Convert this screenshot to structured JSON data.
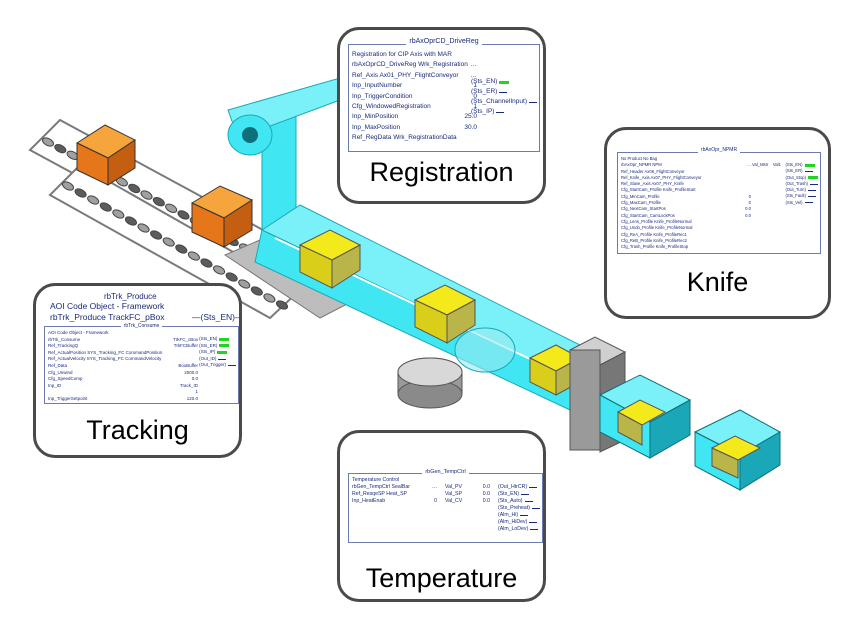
{
  "callouts": {
    "registration": {
      "label": "Registration",
      "block": {
        "title": "rbAxOprCD_DriveReg",
        "rows": [
          [
            "Registration for CIP Axis with MAR",
            ""
          ],
          [
            "rbAxOprCD_DriveReg   Wrk_Registration",
            "…"
          ],
          [
            "Ref_Axis   Ax01_PHY_FlightConveyor",
            "…"
          ],
          [
            "Inp_InputNumber",
            "1"
          ],
          [
            "Inp_TriggerCondition",
            "0"
          ],
          [
            "Cfg_WindowedRegistration",
            "1"
          ],
          [
            "Inp_MinPosition",
            "25.0"
          ],
          [
            "Inp_MaxPosition",
            "30.0"
          ],
          [
            "Ref_RegData   Wrk_RegistrationData",
            ""
          ]
        ],
        "pins": [
          "Sts_EN",
          "Sts_ER",
          "Sts_ChannelInput",
          "Sts_IP"
        ],
        "active_pins": [
          0
        ]
      }
    },
    "knife": {
      "label": "Knife",
      "block": {
        "title": "rbAxOpr_NPMR",
        "rows": [
          [
            "No Product No Bag",
            ""
          ],
          [
            "rbAxOpr_NPMR   NPM",
            "…"
          ],
          [
            "Ref_Header   Ax06_FlightConveyor",
            ""
          ],
          [
            "Ref_Knife_Axis   Ax07_PHY_FlightConveyor",
            ""
          ],
          [
            "Ref_Slave_Axis   Ax07_PHY_Knife",
            ""
          ],
          [
            "Cfg_StartCam_Profile   Knife_ProfileStart",
            ""
          ],
          [
            "Cfg_MinCam_Profile",
            "0"
          ],
          [
            "Cfg_MaxCam_Profile",
            "0"
          ],
          [
            "Cfg_NextCam_StartPos",
            "0.0"
          ],
          [
            "Cfg_StartCam_CamLockPos",
            "0.0"
          ],
          [
            "Cfg_Lens_Profile   Knife_ProfileNormal",
            ""
          ],
          [
            "Cfg_Undo_Profile   Knife_ProfileNormal",
            ""
          ],
          [
            "Cfg_ReA_Profile   Knife_ProfileRec1",
            ""
          ],
          [
            "Cfg_ReB_Profile   Knife_ProfileRec2",
            ""
          ],
          [
            "Cfg_Trash_Profile   Knife_ProfileStop",
            ""
          ]
        ],
        "header_right": [
          "Val_Mstr",
          "Val1"
        ],
        "pins": [
          "Sts_EN",
          "Sts_ER",
          "Out_Stop",
          "Out_Trash",
          "Out_Turn",
          "Sts_Fault",
          "Sts_Vel"
        ],
        "active_pins": [
          0,
          2
        ]
      }
    },
    "tracking": {
      "label": "Tracking",
      "block": {
        "title": "rbTrk_Produce",
        "header_lines": [
          "AOI Code Object - Framework",
          "rbTrk_Produce   TrackFC_pBox"
        ],
        "header_pin": "Sts_EN",
        "inner_title": "rbTrk_Consume",
        "rows": [
          [
            "AOI Code Object - Framework",
            ""
          ],
          [
            "rbTrk_Consume",
            "TrkFC_cBox"
          ],
          [
            "Ref_TrackingQ",
            "TrkFCBuffer"
          ],
          [
            "Ref_ActualPosition   SYS_Tracking_FC CommandPosition",
            ""
          ],
          [
            "Ref_ActualVelocity   SYS_Tracking_FC CommandVelocity",
            ""
          ],
          [
            "Ref_Data",
            "BoxBuffer"
          ],
          [
            "Cfg_Unwind",
            "2000.0"
          ],
          [
            "Cfg_SpeedComp",
            "0.0"
          ],
          [
            "Inp_ID",
            "Track_ID"
          ],
          [
            "",
            "1"
          ],
          [
            "Inp_TriggerSetpoint",
            "120.0"
          ]
        ],
        "pins": [
          "Sts_EN",
          "Sts_ER",
          "Sts_IP",
          "Out_ID",
          "Out_Trigger"
        ],
        "active_pins": [
          0,
          1,
          2
        ]
      }
    },
    "temperature": {
      "label": "Temperature",
      "block": {
        "title": "rbGen_TempCtrl",
        "rows": [
          [
            "Temperature Control",
            ""
          ],
          [
            "rbGen_TempCtrl   SealBar",
            "…"
          ],
          [
            "Ref_ResqeSP   Heat_SP",
            ""
          ],
          [
            "Inp_HeatEnab",
            "0"
          ]
        ],
        "right_rows": [
          [
            "Val_PV",
            "0.0"
          ],
          [
            "Val_SP",
            "0.0"
          ],
          [
            "Val_CV",
            "0.0"
          ]
        ],
        "pins": [
          "Out_HtrCR",
          "Sts_EN",
          "Sts_Auto",
          "Sts_Preheat",
          "Alm_Hi",
          "Alm_HiDev",
          "Alm_LoDev"
        ],
        "active_pins": []
      }
    }
  },
  "colors": {
    "conveyor": "#40e6f2",
    "conveyor_dark": "#1aa8b8",
    "box_orange": "#f28a1a",
    "box_yellow": "#f4e91a",
    "box_olive": "#b9b548",
    "chain": "#6a6a6a",
    "callout_border": "#4a4a4a",
    "pin_active": "#1fd61f"
  }
}
